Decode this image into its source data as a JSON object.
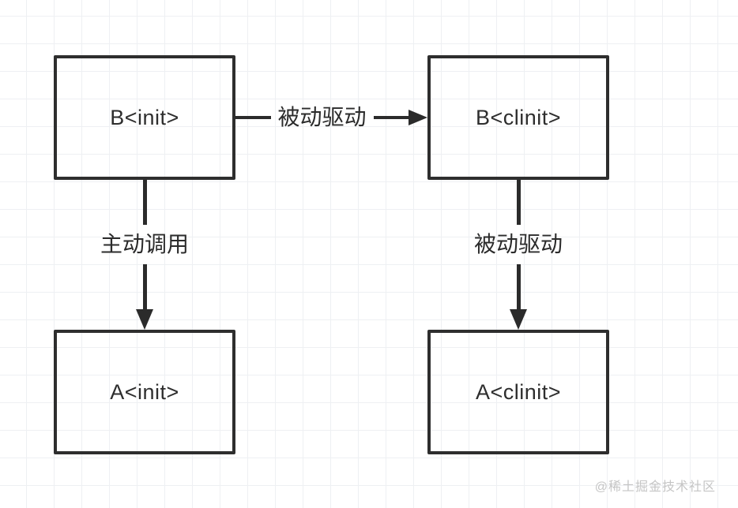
{
  "diagram": {
    "nodes": {
      "b_init": {
        "label": "B<init>"
      },
      "b_clinit": {
        "label": "B<clinit>"
      },
      "a_init": {
        "label": "A<init>"
      },
      "a_clinit": {
        "label": "A<clinit>"
      }
    },
    "edges": {
      "b_init_to_b_clinit": {
        "label": "被动驱动",
        "direction": "right"
      },
      "b_init_to_a_init": {
        "label": "主动调用",
        "direction": "down"
      },
      "b_clinit_to_a_clinit": {
        "label": "被动驱动",
        "direction": "down"
      }
    },
    "watermark": "@稀土掘金技术社区",
    "colors": {
      "stroke": "#2b2b2b",
      "node_border": "#2e2e2e",
      "grid": "#eef0f3",
      "background": "#ffffff",
      "watermark": "#c5c5c5"
    }
  }
}
